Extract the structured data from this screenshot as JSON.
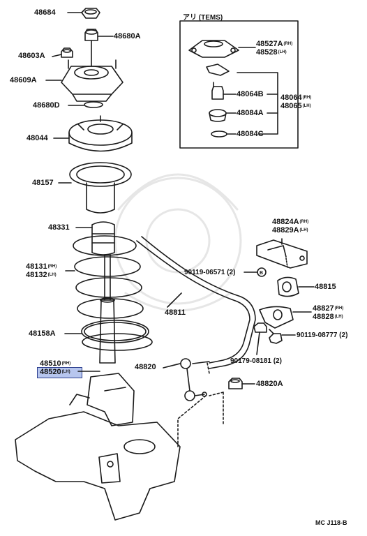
{
  "diagram": {
    "inset_title": "アリ (TEMS)",
    "caption": "MC J118-B",
    "highlight_color": "#b7c6ee",
    "labels": {
      "p48684": "48684",
      "p48680A": "48680A",
      "p48603A": "48603A",
      "p48609A": "48609A",
      "p48680D": "48680D",
      "p48044": "48044",
      "p48157": "48157",
      "p48331": "48331",
      "p48131": "48131",
      "p48132": "48132",
      "p48158A": "48158A",
      "p48510": "48510",
      "p48520": "48520",
      "p48527A": "48527A",
      "p48528": "48528",
      "p48064B": "48064B",
      "p48064": "48064",
      "p48065": "48065",
      "p48084A": "48084A",
      "p48084C": "48084C",
      "p48824A": "48824A",
      "p48829A": "48829A",
      "p90119_06571": "90119-06571 (2)",
      "p48815": "48815",
      "p48811": "48811",
      "p48827": "48827",
      "p48828": "48828",
      "p90119_08777": "90119-08777 (2)",
      "p90179_08181": "90179-08181 (2)",
      "p48820": "48820",
      "p48820A": "48820A"
    },
    "suffix": {
      "rh": "(RH)",
      "lh": "(LH)"
    },
    "marker_b": "B"
  }
}
